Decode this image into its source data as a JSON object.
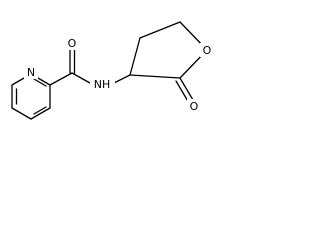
{
  "molecule": {
    "atoms": {
      "amide_oxygen": "O",
      "pyridine_nitrogen": "N",
      "amide_nitrogen": "NH",
      "ring_oxygen": "O",
      "carbonyl_oxygen": "O"
    }
  },
  "colors": {
    "bond": "#000000",
    "background": "#ffffff"
  }
}
